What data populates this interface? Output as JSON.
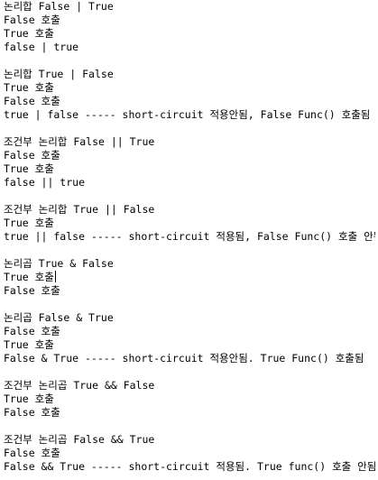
{
  "console": {
    "blocks": [
      {
        "lines": [
          "논리합 False | True",
          "False 호출",
          "True 호출",
          "false | true"
        ]
      },
      {
        "lines": [
          "논리합 True | False",
          "True 호출",
          "False 호출",
          "true | false ----- short-circuit 적용안됨, False Func() 호출됨"
        ]
      },
      {
        "lines": [
          "조건부 논리합 False || True",
          "False 호출",
          "True 호출",
          "false || true"
        ]
      },
      {
        "lines": [
          "조건부 논리합 True || False",
          "True 호출",
          "true || false ----- short-circuit 적용됨, False Func() 호출 안됨"
        ]
      },
      {
        "lines": [
          "논리곱 True & False",
          "True 호출",
          "False 호출"
        ]
      },
      {
        "lines": [
          "논리곱 False & True",
          "False 호출",
          "True 호출",
          "False & True ----- short-circuit 적용안됨. True Func() 호출됨"
        ]
      },
      {
        "lines": [
          "조건부 논리곱 True && False",
          "True 호출",
          "False 호출"
        ]
      },
      {
        "lines": [
          "조건부 논리곱 False && True",
          "False 호출",
          "False && True ----- short-circuit 적용됨. True func() 호출 안됨"
        ]
      }
    ]
  }
}
